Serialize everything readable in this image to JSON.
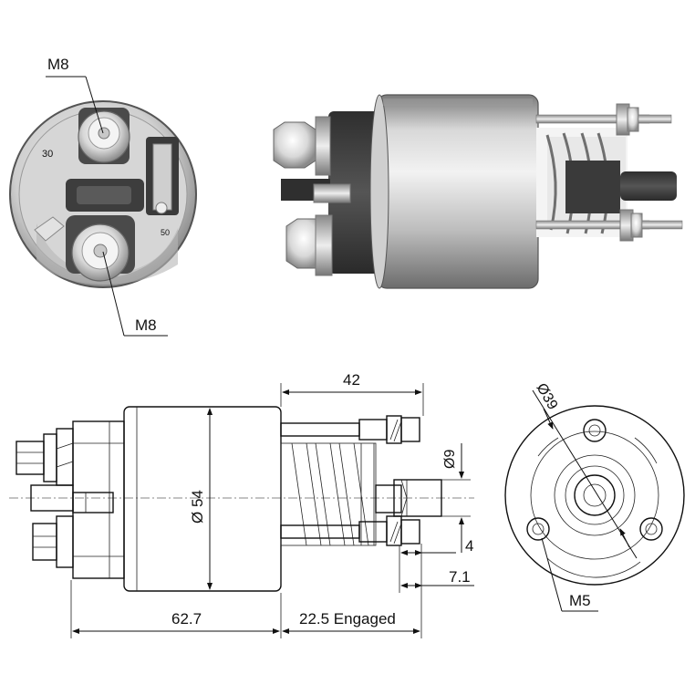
{
  "photo_top_view": {
    "callout_upper": "M8",
    "callout_lower": "M8",
    "stamp_upper": "30",
    "stamp_lower": "50"
  },
  "side_drawing": {
    "overall_length": "62.7",
    "engaged_travel": "22.5 Engaged",
    "front_length": "42",
    "body_diameter": "Ø 54",
    "plunger_diameter": "Ø9",
    "dim_4": "4",
    "dim_7_1": "7.1"
  },
  "end_view": {
    "bolt_circle": "Ø39",
    "bolt_size": "M5"
  },
  "colors": {
    "metal_light": "#e6e6e6",
    "metal_mid": "#b4b4b4",
    "metal_dark": "#4a4a4a",
    "line": "#111111"
  }
}
